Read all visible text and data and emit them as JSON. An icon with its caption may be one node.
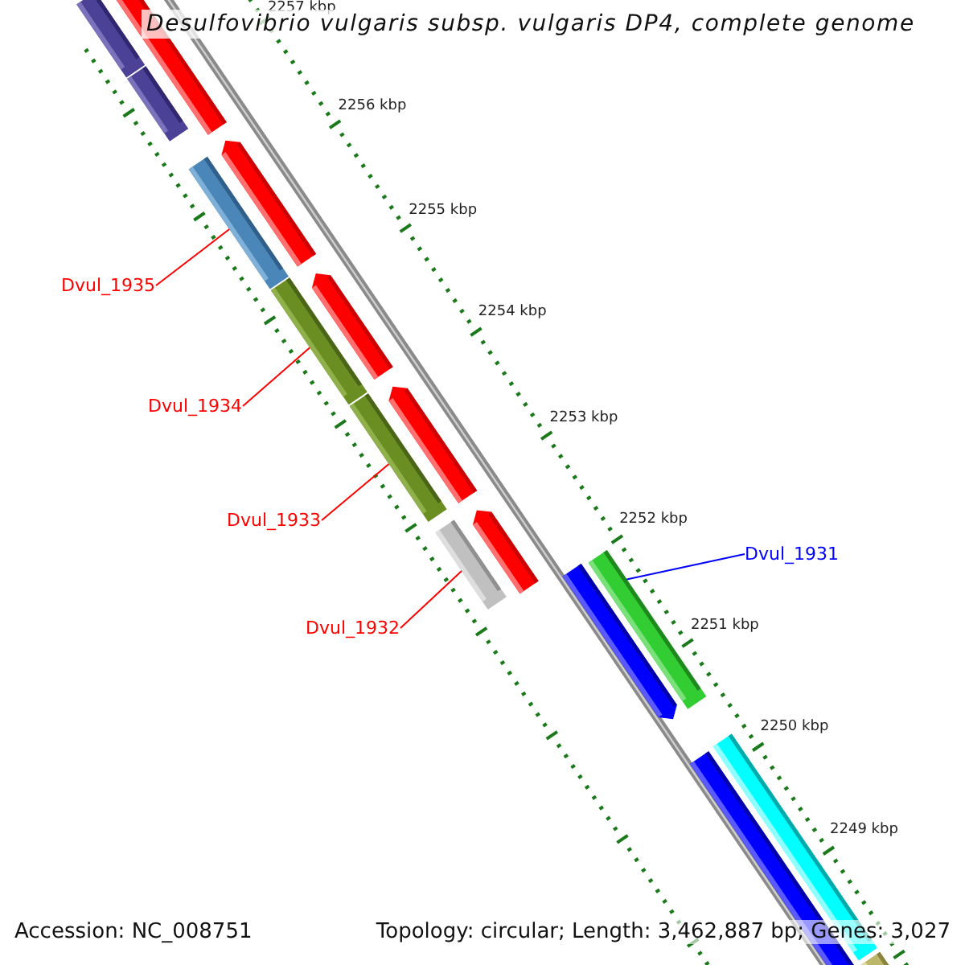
{
  "diagram": {
    "title": "Desulfovibrio vulgaris subsp. vulgaris DP4, complete genome",
    "nodes": [
      {
        "text": [
          "Dvul_1935"
        ]
      },
      {
        "text": [],
        "shape": "bar"
      },
      {
        "text": [
          "Dvul_1934"
        ]
      },
      {
        "text": [],
        "shape": "bar"
      },
      {
        "text": [
          "Dvul_1933"
        ]
      },
      {
        "text": [],
        "shape": "bar"
      },
      {
        "text": [
          "Dvul_1932"
        ]
      },
      {
        "text": [],
        "shape": "bar"
      },
      {
        "text": [
          "Dvul_1931"
        ]
      },
      {
        "text": [],
        "shape": "bar"
      }
    ],
    "edges": [
      {
        "from": 0,
        "to": 1,
        "arrow": "none"
      },
      {
        "from": 2,
        "to": 3,
        "arrow": "none"
      },
      {
        "from": 4,
        "to": 5,
        "arrow": "none"
      },
      {
        "from": 6,
        "to": 7,
        "arrow": "none"
      },
      {
        "from": 8,
        "to": 9,
        "arrow": "none",
        "color": "#0000ff"
      }
    ],
    "labels": [
      "2257 kbp",
      "2256 kbp",
      "2255 kbp",
      "2254 kbp",
      "2253 kbp",
      "2252 kbp",
      "2251 kbp",
      "2250 kbp",
      "2249 kbp",
      "Accession: NC_008751",
      "Topology: circular; Length: 3,462,887 bp; Genes: 3,027"
    ]
  }
}
